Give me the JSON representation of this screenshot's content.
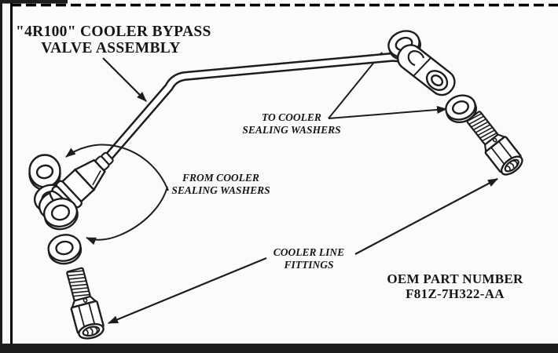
{
  "diagram": {
    "title": {
      "line1": "\"4R100\" COOLER BYPASS",
      "line2": "VALVE ASSEMBLY"
    },
    "labels": {
      "to_cooler": {
        "line1": "TO COOLER",
        "line2": "SEALING WASHERS"
      },
      "from_cooler": {
        "line1": "FROM COOLER",
        "line2": "SEALING WASHERS"
      },
      "cooler_line_fittings": {
        "line1": "COOLER LINE",
        "line2": "FITTINGS"
      },
      "oem": {
        "line1": "OEM PART NUMBER",
        "line2": "F81Z-7H322-AA"
      }
    },
    "colors": {
      "ink": "#1d1d1d",
      "background": "#fbfbf9",
      "frame": "#000000"
    }
  }
}
